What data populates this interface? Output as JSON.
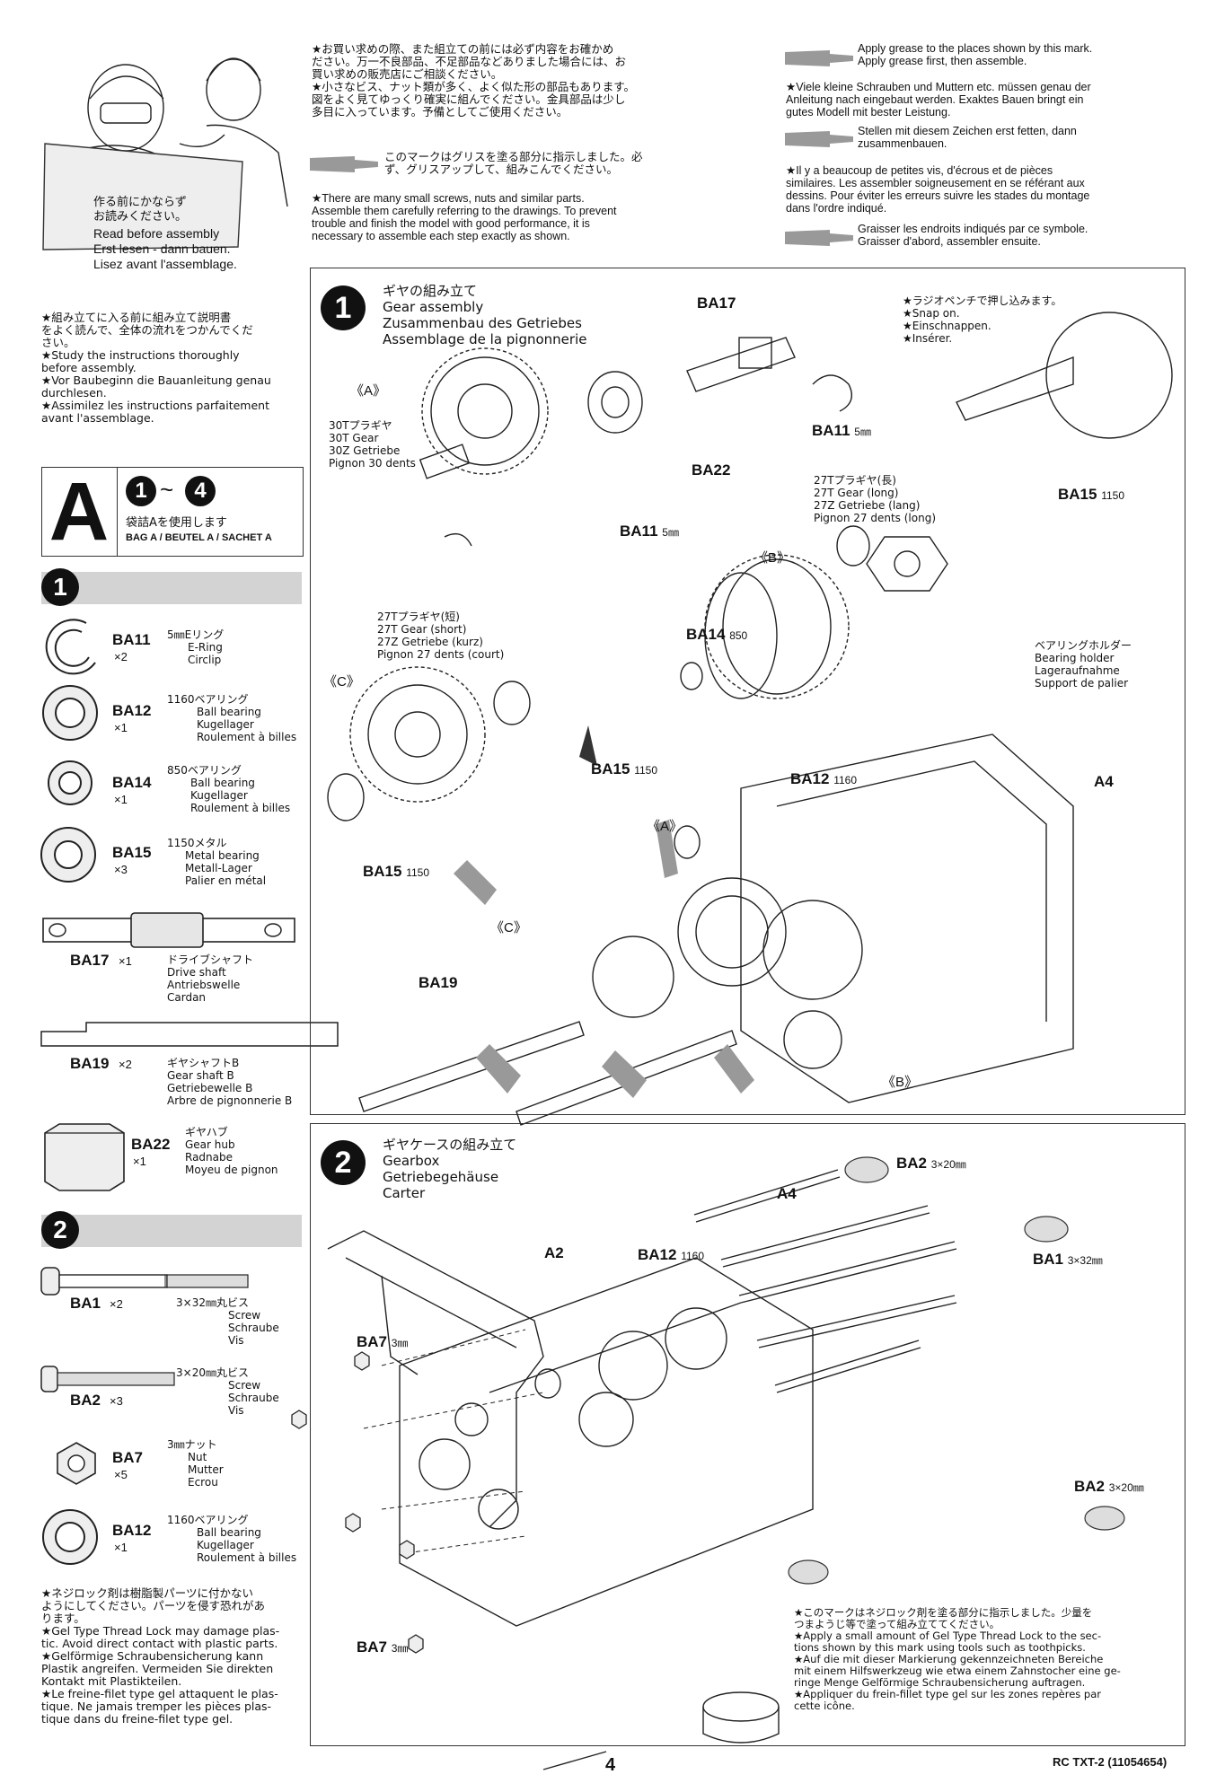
{
  "intro": {
    "sign": [
      "作る前にかならず",
      "お読みください。",
      "Read before assembly",
      "Erst lesen - dann bauen.",
      "Lisez avant l'assemblage."
    ],
    "jp": [
      "★お買い求めの際、また組立ての前には必ず内容をお確かめ",
      "ださい。万一不良部品、不足部品などありました場合には、お",
      "買い求めの販売店にご相談ください。",
      "★小さなビス、ナット類が多く、よく似た形の部品もあります。",
      "図をよく見てゆっくり確実に組んでください。金具部品は少し",
      "多目に入っています。予備としてご使用ください。"
    ],
    "grease_jp": [
      "このマークはグリスを塗る部分に指示しました。必",
      "ず、グリスアップして、組みこんでください。"
    ],
    "en": [
      "★There are many small screws, nuts and similar parts.",
      "Assemble them carefully referring to the drawings. To prevent",
      "trouble and finish the model with good performance, it is",
      "necessary to assemble each step exactly as shown."
    ],
    "grease_en": [
      "Apply grease to the places shown by this mark.",
      "Apply grease first, then assemble."
    ],
    "de": [
      "★Viele kleine Schrauben und Muttern etc. müssen genau der",
      "Anleitung nach eingebaut werden. Exaktes Bauen bringt ein",
      "gutes Modell mit bester Leistung."
    ],
    "grease_de": [
      "Stellen mit diesem Zeichen erst fetten, dann",
      "zusammenbauen."
    ],
    "fr": [
      "★Il y a beaucoup de petites vis, d'écrous et de pièces",
      "similaires. Les assembler soigneusement en se référant aux",
      "dessins. Pour éviter les erreurs suivre les stades du montage",
      "dans l'ordre indiqué."
    ],
    "grease_fr": [
      "Graisser les endroits indiqués par ce symbole.",
      "Graisser d'abord, assembler ensuite."
    ]
  },
  "study": [
    "★組み立てに入る前に組み立て説明書",
    "をよく読んで、全体の流れをつかんでくだ",
    "さい。",
    "★Study the instructions thoroughly",
    "before assembly.",
    "★Vor Baubeginn die Bauanleitung genau",
    "durchlesen.",
    "★Assimilez les instructions parfaitement",
    "avant l'assemblage."
  ],
  "bag": {
    "letter": "A",
    "steps_from": "1",
    "tilde": "~",
    "steps_to": "4",
    "jp": "袋詰Aを使用します",
    "text": "BAG A / BEUTEL A / SACHET A"
  },
  "section1_num": "1",
  "section2_num": "2",
  "parts1": [
    {
      "code": "BA11",
      "qty": "×2",
      "names": [
        "5㎜Eリング",
        "E-Ring",
        "Circlip"
      ]
    },
    {
      "code": "BA12",
      "qty": "×1",
      "names": [
        "1160ベアリング",
        "Ball bearing",
        "Kugellager",
        "Roulement à billes"
      ]
    },
    {
      "code": "BA14",
      "qty": "×1",
      "names": [
        "850ベアリング",
        "Ball bearing",
        "Kugellager",
        "Roulement à billes"
      ]
    },
    {
      "code": "BA15",
      "qty": "×3",
      "names": [
        "1150メタル",
        "Metal bearing",
        "Metall-Lager",
        "Palier en métal"
      ]
    },
    {
      "code": "BA17",
      "qty": "×1",
      "names": [
        "ドライブシャフト",
        "Drive shaft",
        "Antriebswelle",
        "Cardan"
      ]
    },
    {
      "code": "BA19",
      "qty": "×2",
      "names": [
        "ギヤシャフトB",
        "Gear shaft B",
        "Getriebewelle B",
        "Arbre de pignonnerie B"
      ]
    },
    {
      "code": "BA22",
      "qty": "×1",
      "names": [
        "ギヤハブ",
        "Gear hub",
        "Radnabe",
        "Moyeu de pignon"
      ]
    }
  ],
  "parts2": [
    {
      "code": "BA1",
      "qty": "×2",
      "names": [
        "3×32㎜丸ビス",
        "Screw",
        "Schraube",
        "Vis"
      ]
    },
    {
      "code": "BA2",
      "qty": "×3",
      "names": [
        "3×20㎜丸ビス",
        "Screw",
        "Schraube",
        "Vis"
      ]
    },
    {
      "code": "BA7",
      "qty": "×5",
      "names": [
        "3㎜ナット",
        "Nut",
        "Mutter",
        "Ecrou"
      ]
    },
    {
      "code": "BA12",
      "qty": "×1",
      "names": [
        "1160ベアリング",
        "Ball bearing",
        "Kugellager",
        "Roulement à billes"
      ]
    }
  ],
  "threadlock_left": [
    "★ネジロック剤は樹脂製パーツに付かない",
    "ようにしてください。パーツを侵す恐れがあ",
    "ります。",
    "★Gel Type Thread Lock may damage plas-",
    "tic. Avoid direct contact with plastic parts.",
    "★Gelförmige Schraubensicherung kann",
    "Plastik angreifen. Vermeiden Sie direkten",
    "Kontakt mit Plastikteilen.",
    "★Le freine-filet type gel attaquent le plas-",
    "tique. Ne jamais tremper les pièces plas-",
    "tique dans du freine-filet type gel."
  ],
  "step1": {
    "num": "1",
    "title": [
      "ギヤの組み立て",
      "Gear assembly",
      "Zusammenbau des Getriebes",
      "Assemblage de la pignonnerie"
    ],
    "snap": [
      "★ラジオペンチで押し込みます。",
      "★Snap on.",
      "★Einschnappen.",
      "★Insérer."
    ],
    "group_a": "《A》",
    "group_b": "《B》",
    "group_c": "《C》",
    "gear30": [
      "30Tプラギヤ",
      "30T Gear",
      "30Z Getriebe",
      "Pignon 30 dents"
    ],
    "gear27l": [
      "27Tプラギヤ(長)",
      "27T Gear (long)",
      "27Z Getriebe (lang)",
      "Pignon 27 dents (long)"
    ],
    "gear27s": [
      "27Tプラギヤ(短)",
      "27T Gear (short)",
      "27Z Getriebe (kurz)",
      "Pignon 27 dents (court)"
    ],
    "holder": [
      "ベアリングホルダー",
      "Bearing holder",
      "Lageraufnahme",
      "Support de palier"
    ],
    "labels": {
      "ba17": "BA17",
      "ba11a": "BA11",
      "ba11a_s": "5㎜",
      "ba22": "BA22",
      "ba11b": "BA11",
      "ba11b_s": "5㎜",
      "ba15a": "BA15",
      "ba15a_s": "1150",
      "ba14": "BA14",
      "ba14_s": "850",
      "ba15b": "BA15",
      "ba15b_s": "1150",
      "ba15c": "BA15",
      "ba15c_s": "1150",
      "ba12": "BA12",
      "ba12_s": "1160",
      "a4": "A4",
      "ba19": "BA19",
      "ga2": "《A》",
      "gc2": "《C》",
      "gb2": "《B》"
    }
  },
  "step2": {
    "num": "2",
    "title": [
      "ギヤケースの組み立て",
      "Gearbox",
      "Getriebegehäuse",
      "Carter"
    ],
    "labels": {
      "ba2a": "BA2",
      "ba2a_s": "3×20㎜",
      "a4": "A4",
      "ba1": "BA1",
      "ba1_s": "3×32㎜",
      "a2": "A2",
      "ba12": "BA12",
      "ba12_s": "1160",
      "ba7a": "BA7",
      "ba7a_s": "3㎜",
      "ba2b": "BA2",
      "ba2b_s": "3×20㎜",
      "ba7b": "BA7",
      "ba7b_s": "3㎜"
    },
    "note": [
      "★このマークはネジロック剤を塗る部分に指示しました。少量を",
      "つまようじ等で塗って組み立ててください。",
      "★Apply a small amount of Gel Type Thread Lock to the sec-",
      "tions shown by this mark using tools such as toothpicks.",
      "★Auf die mit dieser Markierung gekennzeichneten Bereiche",
      "mit einem Hilfswerkzeug wie etwa einem Zahnstocher eine ge-",
      "ringe Menge Gelförmige Schraubensicherung auftragen.",
      "★Appliquer du frein-fillet type gel sur les zones repères par",
      "cette icône."
    ]
  },
  "footer": {
    "page": "4",
    "code": "RC TXT-2 (11054654)"
  }
}
